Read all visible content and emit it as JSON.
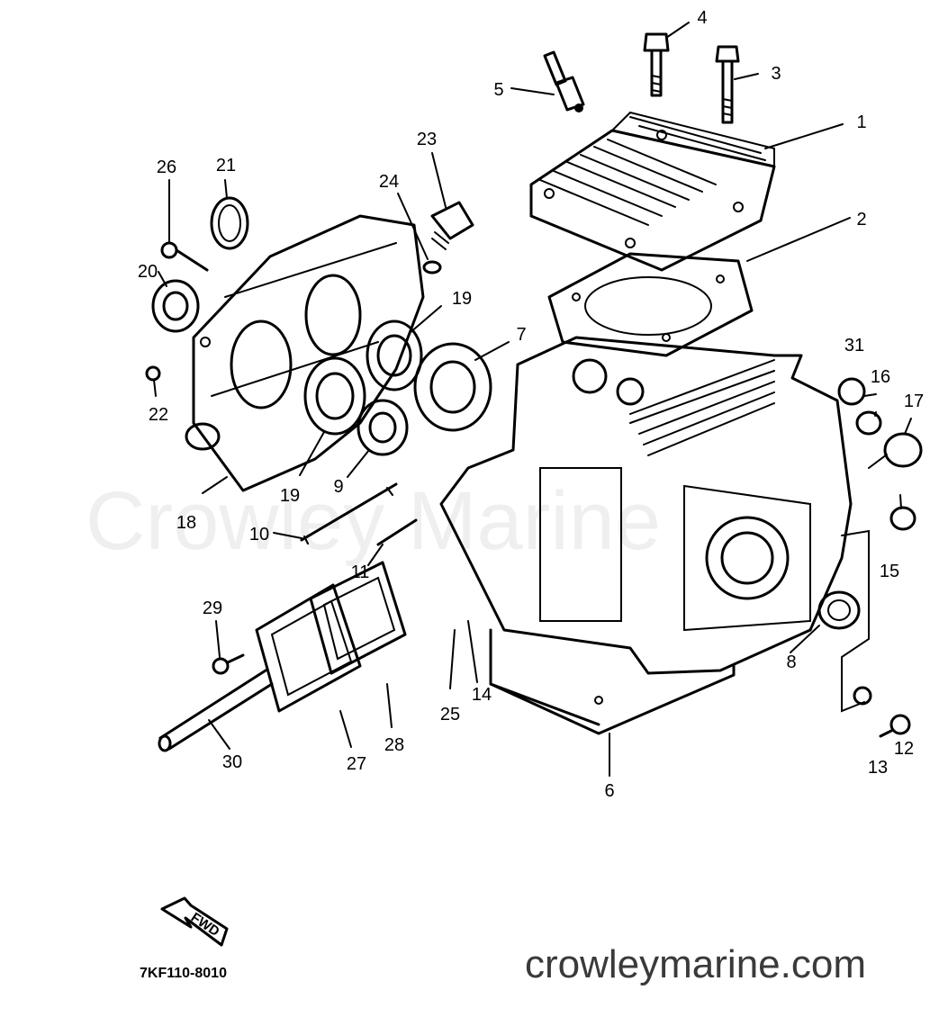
{
  "watermark": "Crowley Marine",
  "website": "crowleymarine.com",
  "diagram_code": "7KF110-8010",
  "fwd_label": "FWD",
  "callouts": [
    "1",
    "2",
    "3",
    "4",
    "5",
    "6",
    "7",
    "8",
    "9",
    "10",
    "11",
    "12",
    "13",
    "14",
    "15",
    "16",
    "17",
    "18",
    "19",
    "19",
    "20",
    "21",
    "22",
    "23",
    "24",
    "25",
    "26",
    "27",
    "28",
    "29",
    "30",
    "31"
  ]
}
